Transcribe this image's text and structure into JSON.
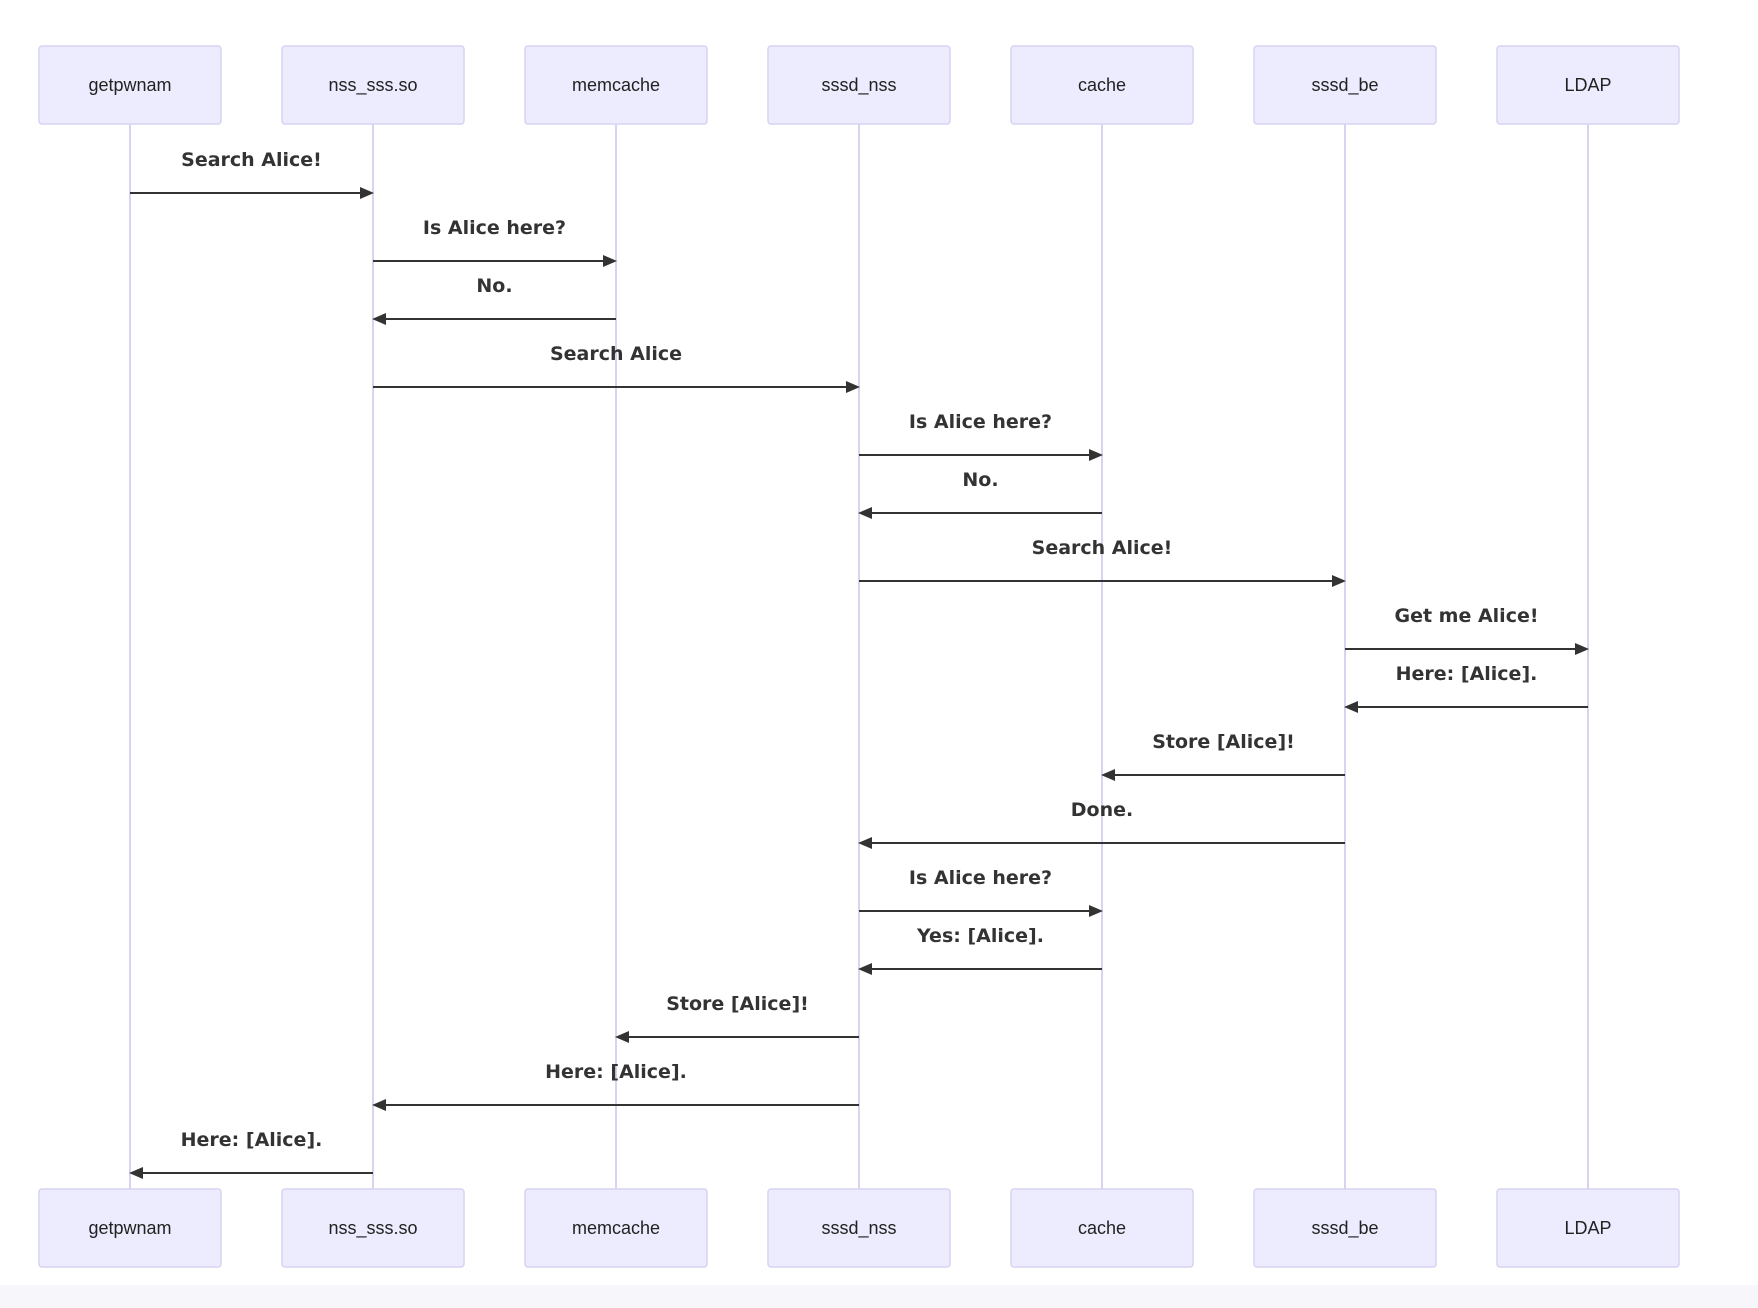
{
  "diagram": {
    "type": "sequence",
    "participants": [
      {
        "id": "getpwnam",
        "label": "getpwnam"
      },
      {
        "id": "nss_sss",
        "label": "nss_sss.so"
      },
      {
        "id": "memcache",
        "label": "memcache"
      },
      {
        "id": "sssd_nss",
        "label": "sssd_nss"
      },
      {
        "id": "cache",
        "label": "cache"
      },
      {
        "id": "sssd_be",
        "label": "sssd_be"
      },
      {
        "id": "ldap",
        "label": "LDAP"
      }
    ],
    "messages": [
      {
        "from": 0,
        "to": 1,
        "text": "Search Alice!"
      },
      {
        "from": 1,
        "to": 2,
        "text": "Is Alice here?"
      },
      {
        "from": 2,
        "to": 1,
        "text": "No."
      },
      {
        "from": 1,
        "to": 3,
        "text": "Search Alice"
      },
      {
        "from": 3,
        "to": 4,
        "text": "Is Alice here?"
      },
      {
        "from": 4,
        "to": 3,
        "text": "No."
      },
      {
        "from": 3,
        "to": 5,
        "text": "Search Alice!"
      },
      {
        "from": 5,
        "to": 6,
        "text": "Get me Alice!"
      },
      {
        "from": 6,
        "to": 5,
        "text": "Here: [Alice]."
      },
      {
        "from": 5,
        "to": 4,
        "text": "Store [Alice]!"
      },
      {
        "from": 5,
        "to": 3,
        "text": "Done."
      },
      {
        "from": 3,
        "to": 4,
        "text": "Is Alice here?"
      },
      {
        "from": 4,
        "to": 3,
        "text": "Yes: [Alice]."
      },
      {
        "from": 3,
        "to": 2,
        "text": "Store [Alice]!"
      },
      {
        "from": 3,
        "to": 1,
        "text": "Here: [Alice]."
      },
      {
        "from": 1,
        "to": 0,
        "text": "Here: [Alice]."
      }
    ]
  },
  "colors": {
    "actor_fill": "#ececfe",
    "actor_border": "#d6d3f2",
    "lifeline": "#d9d3f0",
    "message": "#333333"
  }
}
